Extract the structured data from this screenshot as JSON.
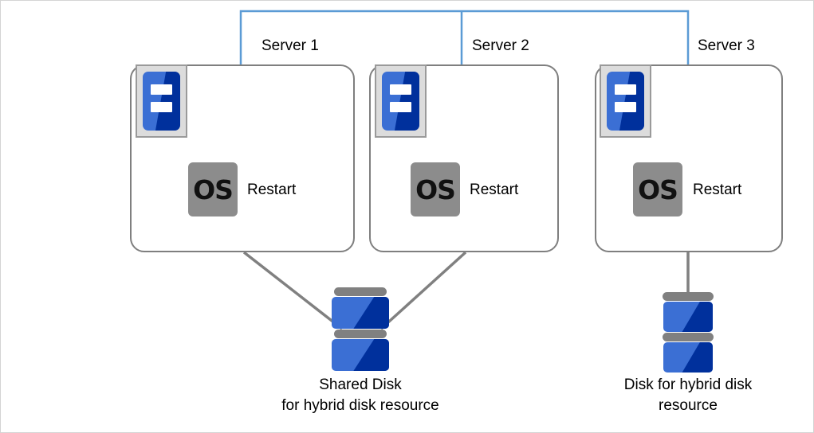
{
  "diagram": {
    "title": "Hybrid disk resource server cluster diagram",
    "colors": {
      "bracket": "#5b9bd5",
      "box_border": "#7f7f7f",
      "connector": "#808080",
      "icon_light_blue": "#3b6fd4",
      "icon_dark_blue": "#00309c",
      "os_chip": "#8c8c8c",
      "icon_frame": "#dcdcdc",
      "page_border": "#d4d4d4"
    },
    "servers": [
      {
        "label": "Server 1",
        "os_text": "OS",
        "status": "Restart",
        "icon": "server-rack-icon"
      },
      {
        "label": "Server 2",
        "os_text": "OS",
        "status": "Restart",
        "icon": "server-rack-icon"
      },
      {
        "label": "Server 3",
        "os_text": "OS",
        "status": "Restart",
        "icon": "server-rack-icon"
      }
    ],
    "disks": [
      {
        "id": "shared-disk",
        "icon": "disk-stack-icon",
        "caption_line1": "Shared Disk",
        "caption_line2": "for hybrid disk resource"
      },
      {
        "id": "local-disk",
        "icon": "disk-stack-icon",
        "caption_line1": "Disk for hybrid disk",
        "caption_line2": "resource"
      }
    ]
  }
}
